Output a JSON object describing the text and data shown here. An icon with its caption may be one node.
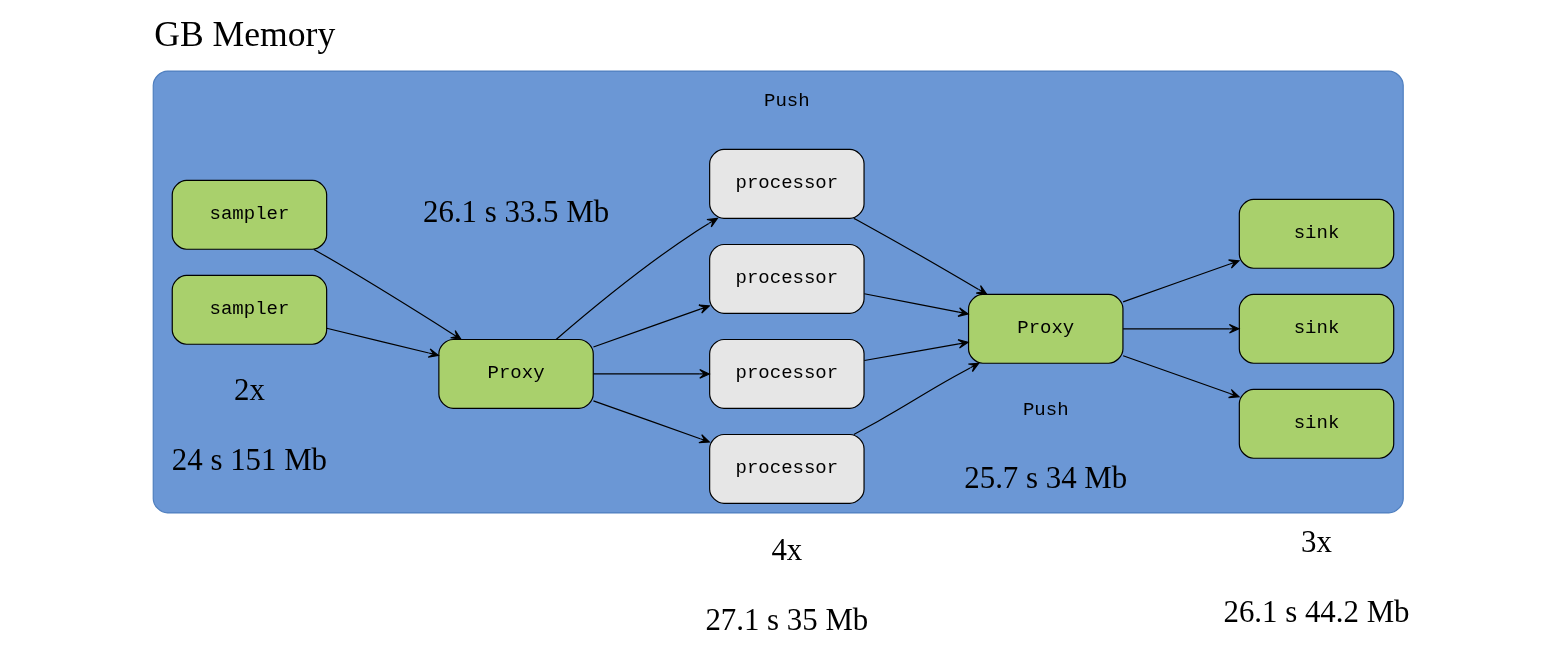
{
  "diagram": {
    "title": "GB Memory",
    "nodes": [
      {
        "text": [],
        "shape": "box"
      },
      {
        "text": [
          "sampler"
        ],
        "in": 0
      },
      {
        "text": [
          "sampler"
        ],
        "in": 0
      },
      {
        "text": [
          "Proxy"
        ],
        "in": 0,
        "beside": [
          "26.1 s 33.5 Mb"
        ]
      },
      {
        "text": [
          "processor"
        ],
        "in": 0
      },
      {
        "text": [
          "processor"
        ],
        "in": 0
      },
      {
        "text": [
          "processor"
        ],
        "in": 0
      },
      {
        "text": [
          "processor"
        ],
        "in": 0
      },
      {
        "text": [
          "Proxy"
        ],
        "in": 0,
        "beside": [
          "25.7 s 34 Mb"
        ]
      },
      {
        "text": [
          "sink"
        ],
        "in": 0
      },
      {
        "text": [
          "sink"
        ],
        "in": 0
      },
      {
        "text": [
          "sink"
        ],
        "in": 0
      }
    ],
    "edges": [
      {
        "from": 1,
        "to": 3,
        "arrow": "to"
      },
      {
        "from": 2,
        "to": 3,
        "arrow": "to"
      },
      {
        "from": 3,
        "to": 4,
        "arrow": "to"
      },
      {
        "from": 3,
        "to": 5,
        "arrow": "to"
      },
      {
        "from": 3,
        "to": 6,
        "arrow": "to"
      },
      {
        "from": 3,
        "to": 7,
        "arrow": "to"
      },
      {
        "from": 4,
        "to": 8,
        "arrow": "to"
      },
      {
        "from": 5,
        "to": 8,
        "arrow": "to"
      },
      {
        "from": 6,
        "to": 8,
        "arrow": "to"
      },
      {
        "from": 7,
        "to": 8,
        "arrow": "to"
      },
      {
        "from": 8,
        "to": 9,
        "arrow": "to"
      },
      {
        "from": 8,
        "to": 10,
        "arrow": "to"
      },
      {
        "from": 8,
        "to": 11,
        "arrow": "to"
      }
    ],
    "labels": [
      "4x",
      "27.1 s 35 Mb",
      "3x",
      "26.1 s 44.2 Mb",
      "2x",
      "24 s 151 Mb",
      "Push",
      "Push"
    ]
  }
}
